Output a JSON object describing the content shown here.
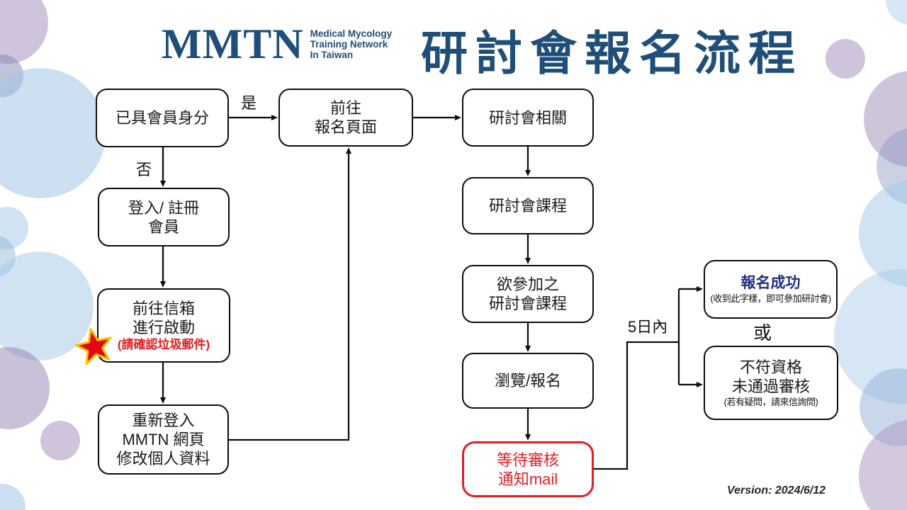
{
  "header": {
    "logo_text": "MMTN",
    "logo_tagline_lines": [
      "Medical Mycology",
      "Training Network",
      "In Taiwan"
    ],
    "title": "研討會報名流程"
  },
  "colors": {
    "navy": "#1f4e79",
    "success_blue": "#1f3180",
    "red": "#e31e24",
    "star_fill": "#e30613",
    "star_outline": "#ffc000"
  },
  "icons": {
    "star": "★"
  },
  "labels": {
    "yes": "是",
    "no": "否",
    "or": "或",
    "within_5_days": "5日內"
  },
  "nodes": {
    "member_check": {
      "line1": "已具會員身分"
    },
    "goto_registration_page": {
      "line1": "前往",
      "line2": "報名頁面"
    },
    "seminar_related": {
      "line1": "研討會相關"
    },
    "seminar_courses": {
      "line1": "研討會課程"
    },
    "login_register": {
      "line1": "登入/ 註冊",
      "line2": "會員"
    },
    "desired_course": {
      "line1": "欲參加之",
      "line2": "研討會課程"
    },
    "activate_mailbox": {
      "line1": "前往信箱",
      "line2": "進行啟動",
      "note": "(請確認垃圾郵件)"
    },
    "browse_register": {
      "line1": "瀏覽/報名"
    },
    "relogin_update": {
      "line1": "重新登入",
      "line2": "MMTN 網頁",
      "line3": "修改個人資料"
    },
    "wait_review": {
      "line1": "等待審核",
      "line2": "通知mail"
    },
    "success": {
      "line1": "報名成功",
      "note": "(收到此字樣，即可參加研討會)"
    },
    "rejected": {
      "line1": "不符資格",
      "line2": "未通過審核",
      "note": "(若有疑問，請來信詢問)"
    }
  },
  "footer": {
    "version": "Version: 2024/6/12"
  }
}
